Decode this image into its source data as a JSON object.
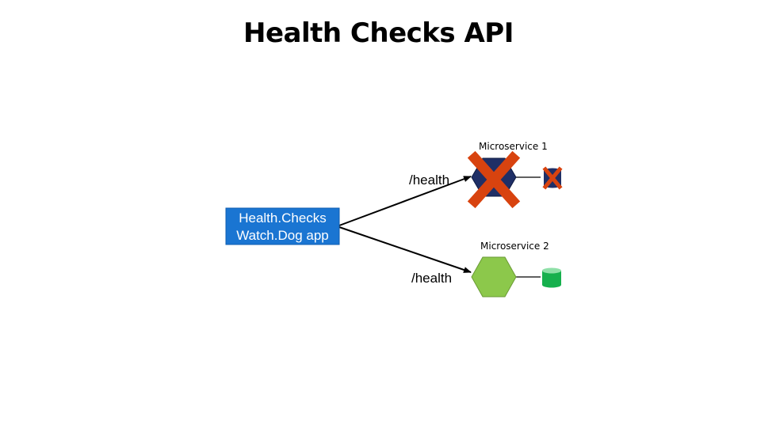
{
  "title": "Health Checks API",
  "watchdog": {
    "line1": "Health.Checks",
    "line2": "Watch.Dog app"
  },
  "microservice1": {
    "label": "Microservice 1",
    "endpoint": "/health",
    "status_color": "#1f2f66"
  },
  "microservice2": {
    "label": "Microservice 2",
    "endpoint": "/health",
    "status_color": "#8cc84b"
  },
  "colors": {
    "watchdog_box": "#1a75d2",
    "failure_x": "#d8430f",
    "database_ok": "#16b04d"
  }
}
